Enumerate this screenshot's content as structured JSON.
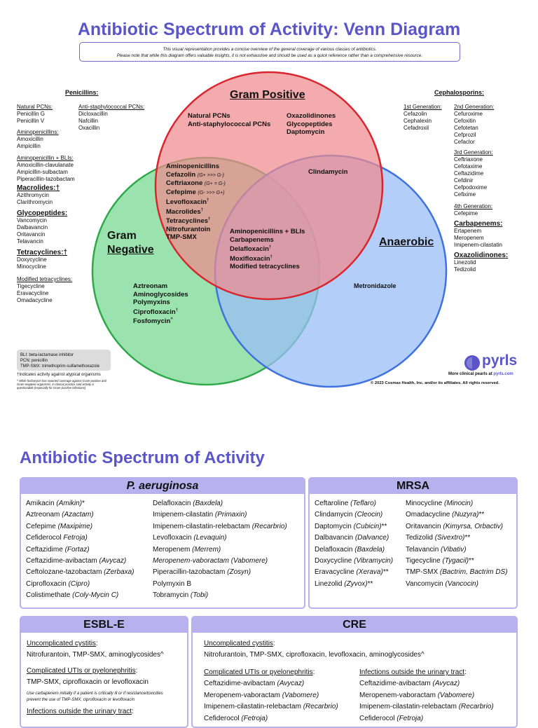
{
  "title": "Antibiotic Spectrum of Activity: Venn Diagram",
  "intro": {
    "line1": "This visual representation provides a concise overview of the general coverage of various classes of antibiotics.",
    "line2": "Please note that while this diagram offers valuable insights, it is not exhaustive and should be used as a quick reference rather than a comprehensive resource."
  },
  "circles": {
    "gram_positive": "Gram Positive",
    "gram_negative_1": "Gram",
    "gram_negative_2": "Negative",
    "anaerobic": "Anaerobic",
    "colors": {
      "gram_positive": "#f08a8f",
      "gram_negative": "#8fe0a5",
      "anaerobic": "#99bdf6"
    }
  },
  "regions": {
    "gp_left": [
      "Natural PCNs",
      "Anti-staphylococcal PCNs"
    ],
    "gp_right": [
      "Oxazolidinones",
      "Glycopeptides",
      "Daptomycin"
    ],
    "gp_gn": [
      "Aminopenicillins",
      "Cefazolin",
      "Ceftriaxone",
      "Cefepime",
      "Levofloxacin",
      "Macrolides",
      "Tetracyclines",
      "Nitrofurantoin",
      "TMP-SMX"
    ],
    "gp_gn_notes": {
      "cefazolin": "(G+ >>> G-)",
      "ceftriaxone": "(G+ = G-)",
      "cefepime": "(G- >>> G+)",
      "dagger": "†"
    },
    "gp_an": [
      "Clindamycin"
    ],
    "all_three": [
      "Aminopenicillins + BLIs",
      "Carbapenems",
      "Delafloxacin",
      "Moxifloxacin",
      "Modified tetracyclines"
    ],
    "gn_only": [
      "Aztreonam",
      "Aminoglycosides",
      "Polymyxins",
      "Ciprofloxacin",
      "Fosfomycin"
    ],
    "fosfo_mark": "^",
    "an_only": [
      "Metronidazole"
    ]
  },
  "left_lists": {
    "penicillins": "Penicillins",
    "natural_hdr": "Natural PCNs:",
    "natural": [
      "Penicillin G",
      "Penicillin V"
    ],
    "antistaph_hdr": "Anti-staphylococcal PCNs:",
    "antistaph": [
      "Dicloxacillin",
      "Nafcillin",
      "Oxacillin"
    ],
    "amino_hdr": "Aminopenicillins:",
    "amino": [
      "Amoxicillin",
      "Ampicillin"
    ],
    "aminobli_hdr": "Aminopenicillin + BLIs:",
    "aminobli": [
      "Amoxicillin-clavulanate",
      "Ampicillin-sulbactam",
      "Piperacillin-tazobactam"
    ],
    "macro_hdr": "Macrolides",
    "macro": [
      "Azithromycin",
      "Clarithromycin"
    ],
    "glyco_hdr": "Glycopeptides",
    "glyco": [
      "Vancomycin",
      "Dalbavancin",
      "Oritavancin",
      "Telavancin"
    ],
    "tetra_hdr": "Tetracyclines",
    "tetra": [
      "Doxycycline",
      "Minocycline"
    ],
    "modtetra_hdr": "Modified tetracyclines:",
    "modtetra": [
      "Tigecycline",
      "Eravacycline",
      "Omadacycline"
    ]
  },
  "right_lists": {
    "cephalosporins": "Cephalosporins",
    "gen1_hdr": "1st Generation:",
    "gen1": [
      "Cefazolin",
      "Cephalexin",
      "Cefadroxil"
    ],
    "gen2_hdr": "2nd Generation:",
    "gen2": [
      "Cefuroxime",
      "Cefoxitin",
      "Cefotetan",
      "Cefprozil",
      "Cefaclor"
    ],
    "gen3_hdr": "3rd Generation:",
    "gen3": [
      "Ceftriaxone",
      "Cefotaxime",
      "Ceftazidime",
      "Cefdinir",
      "Cefpodoxime",
      "Cefixime"
    ],
    "gen4_hdr": "4th Generation:",
    "gen4": [
      "Cefepime"
    ],
    "carba_hdr": "Carbapenems",
    "carba": [
      "Ertapenem",
      "Meropenem",
      "Imipenem-cilastatin"
    ],
    "oxa_hdr": "Oxazolidinones",
    "oxa": [
      "Linezolid",
      "Tedizolid"
    ]
  },
  "legend": [
    "BLI: beta-lactamase inhibitor",
    "PCN: penicillin",
    "TMP-SMX: trimethoprim-sulfamethoxazole"
  ],
  "dagger_note": "†Indicates activity against atypical organisms",
  "caret_note": "^ While fosfomycin has reported coverage against Gram-positive and Gram-negative organisms, in clinical practice said activity is questionable (especially for Gram-positive infections)",
  "brand": {
    "name": "pyrls",
    "more": "More clinical pearls at",
    "site": "pyrls.com",
    "copyright": "© 2023 Cosmas Health, Inc. and/or its affiliates. All rights reserved."
  },
  "section2": {
    "title": "Antibiotic Spectrum of Activity",
    "paeru": {
      "header": "P. aeruginosa",
      "col1": [
        [
          "Amikacin ",
          "(Amikin)",
          "*"
        ],
        [
          "Aztreonam ",
          "(Azactam)",
          ""
        ],
        [
          "Cefepime ",
          "(Maxipime)",
          ""
        ],
        [
          "Cefiderocol ",
          "Fetroja)",
          ""
        ],
        [
          "Ceftazidime ",
          "(Fortaz)",
          ""
        ],
        [
          "Ceftazidime-avibactam ",
          "(Avycaz)",
          ""
        ],
        [
          "Ceftolozane-tazobactam ",
          "(Zerbaxa)",
          ""
        ],
        [
          "Ciprofloxacin ",
          "(Cipro)",
          ""
        ],
        [
          "Colistimethate ",
          "(Coly-Mycin C)",
          ""
        ]
      ],
      "col2": [
        [
          "Delafloxacin ",
          "(Baxdela)",
          ""
        ],
        [
          "Imipenem-cilastatin ",
          "(Primaxin)",
          ""
        ],
        [
          "Imipenem-cilastatin-relebactam ",
          "(Recarbrio)",
          ""
        ],
        [
          "Levofloxacin ",
          "(Levaquin)",
          ""
        ],
        [
          "Meropenem ",
          "(Merrem)",
          ""
        ],
        [
          "",
          "Meropenem-vaboractam (Vabomere)",
          ""
        ],
        [
          "Piperacillin-tazobactam ",
          "(Zosyn)",
          ""
        ],
        [
          "Polymyxin B",
          "",
          ""
        ],
        [
          "Tobramycin ",
          "(Tobi)",
          ""
        ]
      ]
    },
    "mrsa": {
      "header": "MRSA",
      "col1": [
        [
          "Ceftaroline ",
          "(Teflaro)",
          ""
        ],
        [
          "Clindamycin ",
          "(Cleocin)",
          ""
        ],
        [
          "Daptomycin ",
          "(Cubicin)",
          "**"
        ],
        [
          "Dalbavancin ",
          "(Dalvance)",
          ""
        ],
        [
          "Delafloxacin ",
          "(Baxdela)",
          ""
        ],
        [
          "Doxycycline ",
          "(Vibramycin)",
          ""
        ],
        [
          "Eravacycline ",
          "(Xerava)",
          "**"
        ],
        [
          "Linezolid ",
          "(Zyvox)",
          "**"
        ]
      ],
      "col2": [
        [
          "Minocycline ",
          "(Minocin)",
          ""
        ],
        [
          "Omadacycline ",
          "(Nuzyra)",
          "**"
        ],
        [
          "Oritavancin ",
          "(Kimyrsa, Orbactiv)",
          ""
        ],
        [
          "Tedizolid ",
          "(Sivextro)",
          "**"
        ],
        [
          "Telavancin ",
          "(Vibativ)",
          ""
        ],
        [
          "Tigecycline ",
          "(Tygacil)",
          "**"
        ],
        [
          "TMP-SMX ",
          "(Bactrim, Bactrim DS)",
          ""
        ],
        [
          "Vancomycin ",
          "(Vancocin)",
          ""
        ]
      ]
    },
    "esbl": {
      "header": "ESBL-E",
      "uncomp_hdr": "Uncomplicated cystitis",
      "uncomp": "Nitrofurantoin, TMP-SMX, aminoglycosides^",
      "comp_hdr": "Complicated UTIs or pyelonephritis",
      "comp": "TMP-SMX, ciprofloxacin or levofloxacin",
      "note1": "Use carbapenem initially if a patient is critically ill or if resistance/toxicities",
      "note2": "prevent the use of TMP-SMX, ciprofloxacin or levofloxacin",
      "outside_hdr": "Infections outside the urinary tract"
    },
    "cre": {
      "header": "CRE",
      "uncomp_hdr": "Uncomplicated cystitis",
      "uncomp": "Nitrofurantoin, TMP-SMX, ciprofloxacin, levofloxacin, aminoglycosides^",
      "comp_hdr": "Complicated UTIs or pyelonephritis",
      "comp": [
        [
          "Ceftazidime-avibactam ",
          "(Avycaz)"
        ],
        [
          "Meropenem-vaboractam ",
          "(Vabomere)"
        ],
        [
          "Imipenem-cilastatin-relebactam ",
          "(Recarbrio)"
        ],
        [
          "Cefiderocol ",
          "(Fetroja)"
        ]
      ],
      "outside_hdr": "Infections outside the urinary tract",
      "outside": [
        [
          "Ceftazidime-avibactam ",
          "(Avycaz)"
        ],
        [
          "Meropenem-vaboractam ",
          "(Vabomere)"
        ],
        [
          "Imipenem-cilastatin-relebactam ",
          "(Recarbrio)"
        ],
        [
          "Cefiderocol ",
          "(Fetroja)"
        ]
      ]
    }
  }
}
